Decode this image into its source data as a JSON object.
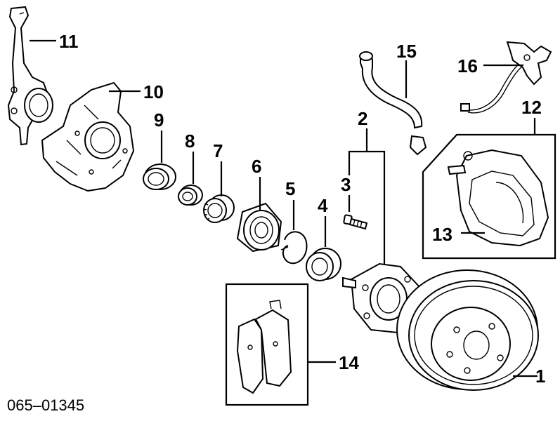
{
  "diagram": {
    "callouts": [
      "1",
      "2",
      "3",
      "4",
      "5",
      "6",
      "7",
      "8",
      "9",
      "10",
      "11",
      "12",
      "13",
      "14",
      "15",
      "16"
    ],
    "catalog_code": "065–01345"
  }
}
